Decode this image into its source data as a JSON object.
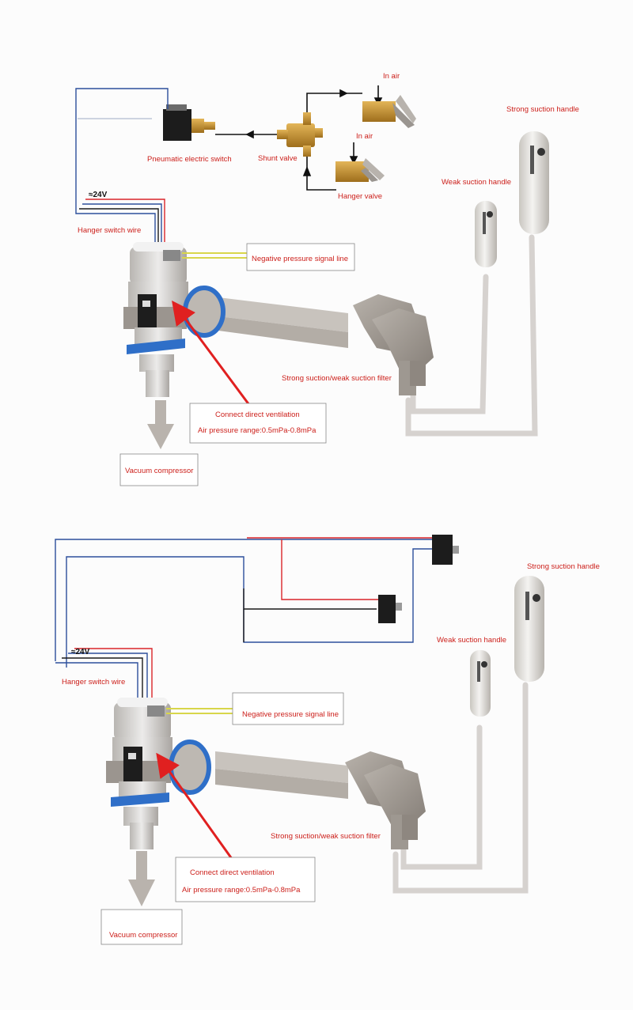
{
  "top": {
    "labels": {
      "pneumatic_switch": "Pneumatic electric switch",
      "shunt_valve": "Shunt valve",
      "in_air_1": "In air",
      "in_air_2": "In air",
      "hanger_valve": "Hanger valve",
      "strong_handle": "Strong suction handle",
      "weak_handle": "Weak suction handle",
      "voltage": "≈24V",
      "hanger_wire": "Hanger switch wire",
      "neg_pressure": "Negative pressure signal line",
      "filter": "Strong suction/weak suction filter",
      "ventilation_1": "Connect direct ventilation",
      "ventilation_2": "Air pressure range:0.5mPa-0.8mPa",
      "vacuum": "Vacuum compressor"
    }
  },
  "bottom": {
    "labels": {
      "strong_handle": "Strong suction handle",
      "weak_handle": "Weak suction handle",
      "voltage": "≈24V",
      "hanger_wire": "Hanger switch wire",
      "neg_pressure": "Negative pressure signal line",
      "filter": "Strong suction/weak suction filter",
      "ventilation_1": "Connect direct ventilation",
      "ventilation_2": "Air pressure range:0.5mPa-0.8mPa",
      "vacuum": "Vacuum compressor"
    }
  },
  "colors": {
    "label_text": "#cc1f1a",
    "wire_red": "#d9252a",
    "wire_blue": "#2c4f9c",
    "wire_black": "#1a1a1a",
    "signal_yellow": "#d8d64a",
    "brass": "#c8942f",
    "tube": "#d6d2cf",
    "body_grey": "#a6a09a",
    "blue_clamp": "#2f6fc8",
    "arrow_red": "#e02020"
  }
}
